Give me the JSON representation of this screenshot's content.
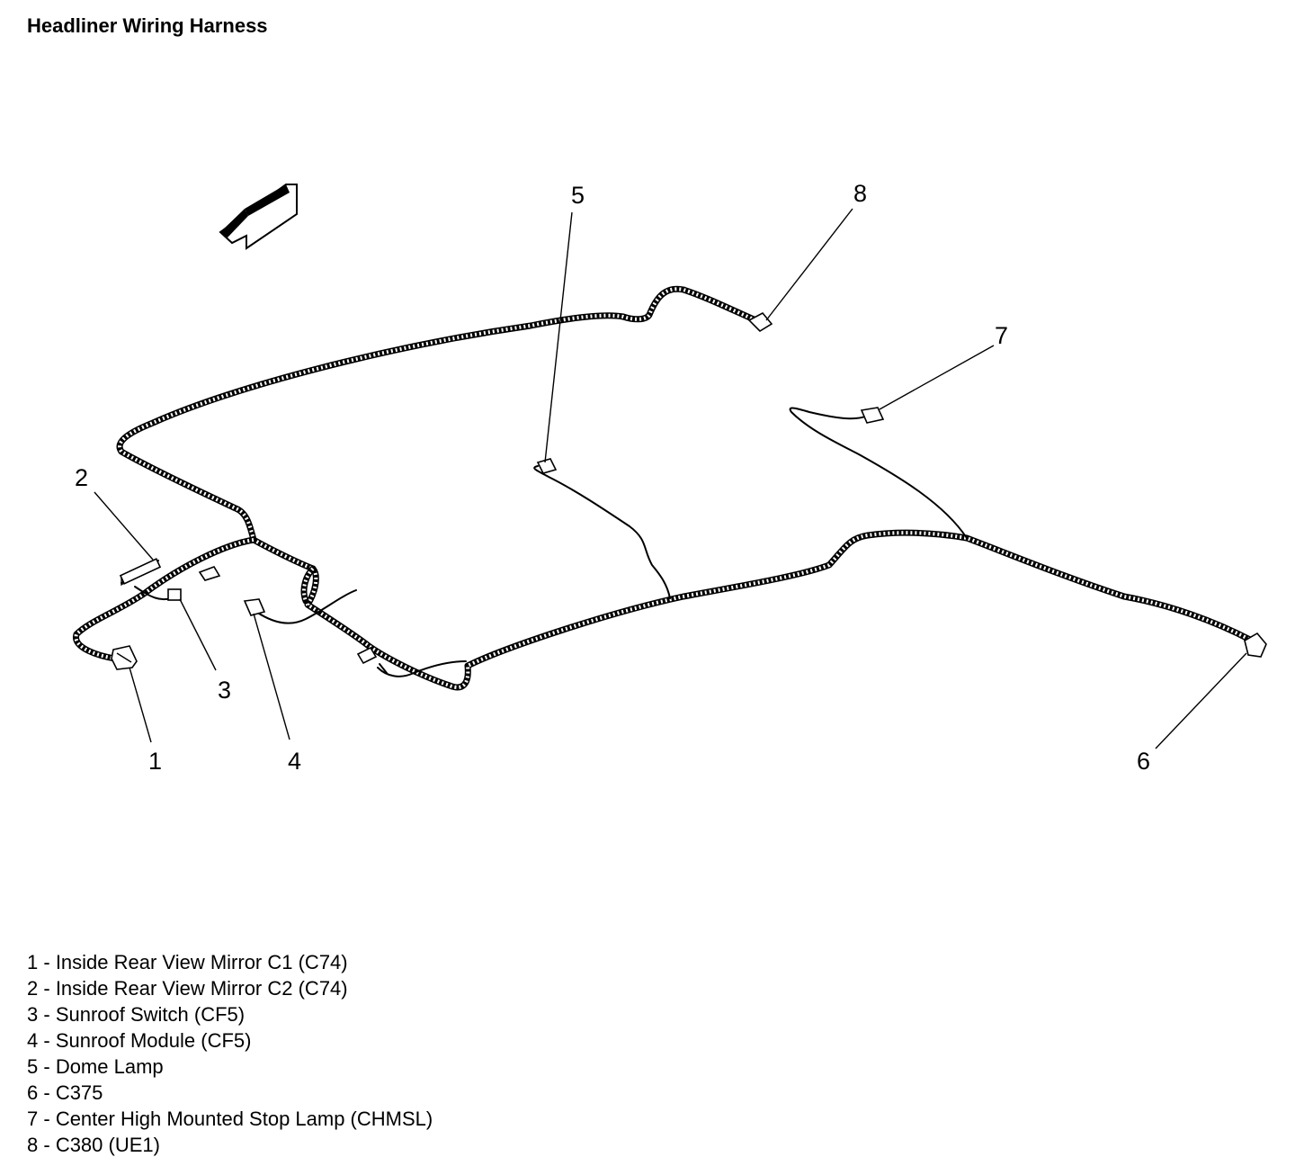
{
  "title": "Headliner Wiring Harness",
  "callouts": [
    {
      "num": "1",
      "text": "Inside Rear View Mirror C1 (C74)"
    },
    {
      "num": "2",
      "text": "Inside Rear View Mirror C2 (C74)"
    },
    {
      "num": "3",
      "text": "Sunroof Switch (CF5)"
    },
    {
      "num": "4",
      "text": "Sunroof Module (CF5)"
    },
    {
      "num": "5",
      "text": "Dome Lamp"
    },
    {
      "num": "6",
      "text": "C375"
    },
    {
      "num": "7",
      "text": "Center High Mounted Stop Lamp (CHMSL)"
    },
    {
      "num": "8",
      "text": "C380 (UE1)"
    }
  ],
  "legend_separator": " - ",
  "icons": {
    "direction": "front-direction-arrow-icon"
  }
}
